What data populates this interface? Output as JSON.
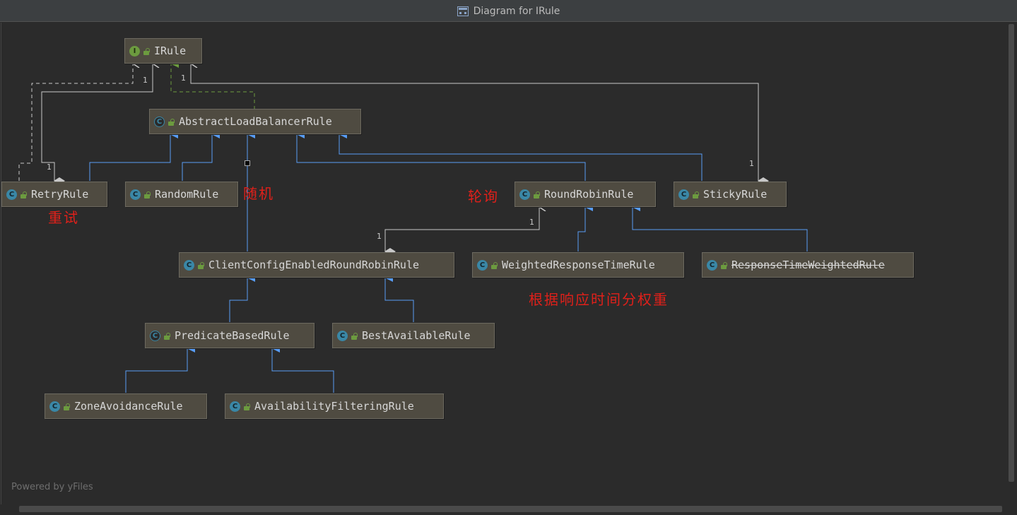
{
  "window": {
    "title": "Diagram for IRule"
  },
  "footer": {
    "powered_by": "Powered by yFiles"
  },
  "nodes": {
    "irule": {
      "label": "IRule",
      "kind": "interface"
    },
    "abstract_lb": {
      "label": "AbstractLoadBalancerRule",
      "kind": "abstract-class"
    },
    "retry": {
      "label": "RetryRule",
      "kind": "class"
    },
    "random": {
      "label": "RandomRule",
      "kind": "class"
    },
    "round_robin": {
      "label": "RoundRobinRule",
      "kind": "class"
    },
    "sticky": {
      "label": "StickyRule",
      "kind": "class"
    },
    "client_config": {
      "label": "ClientConfigEnabledRoundRobinRule",
      "kind": "class"
    },
    "weighted": {
      "label": "WeightedResponseTimeRule",
      "kind": "class"
    },
    "response_weighted": {
      "label": "ResponseTimeWeightedRule",
      "kind": "class",
      "deprecated": true
    },
    "predicate": {
      "label": "PredicateBasedRule",
      "kind": "abstract-class"
    },
    "best_available": {
      "label": "BestAvailableRule",
      "kind": "class"
    },
    "zone_avoidance": {
      "label": "ZoneAvoidanceRule",
      "kind": "class"
    },
    "availability": {
      "label": "AvailabilityFilteringRule",
      "kind": "class"
    }
  },
  "badge_letters": {
    "interface": "I",
    "class": "C"
  },
  "annotations": {
    "retry": "重试",
    "random": "随机",
    "round_robin": "轮询",
    "weighted": "根据响应时间分权重"
  },
  "multiplicities": {
    "retry_irule": "1",
    "sticky_irule_top": "1",
    "sticky_end": "1",
    "retry_end": "1",
    "client_rr_top": "1",
    "client_end": "1"
  },
  "colors": {
    "background": "#2b2b2b",
    "node_fill": "#4f4b41",
    "extends_edge": "#589df6",
    "implements_edge": "#6c9b3f",
    "association_edge": "#c8c8c8",
    "annotation_text": "#e0201a"
  }
}
